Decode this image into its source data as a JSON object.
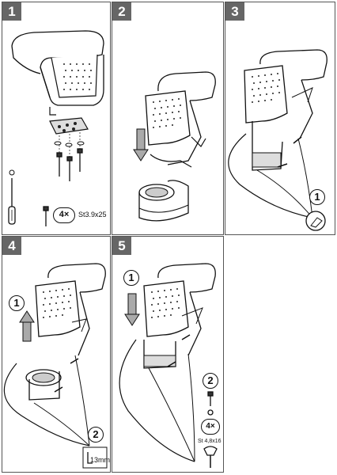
{
  "panels": [
    {
      "number": "1"
    },
    {
      "number": "2"
    },
    {
      "number": "3",
      "step": "1"
    },
    {
      "number": "4",
      "step1": "1",
      "step2": "2",
      "size": "13mm"
    },
    {
      "number": "5",
      "step1": "1",
      "step2": "2",
      "count": "4×",
      "screw_spec": "St 4,8x16"
    }
  ],
  "panel1": {
    "count": "4×",
    "screw_spec": "St3.9x25"
  }
}
